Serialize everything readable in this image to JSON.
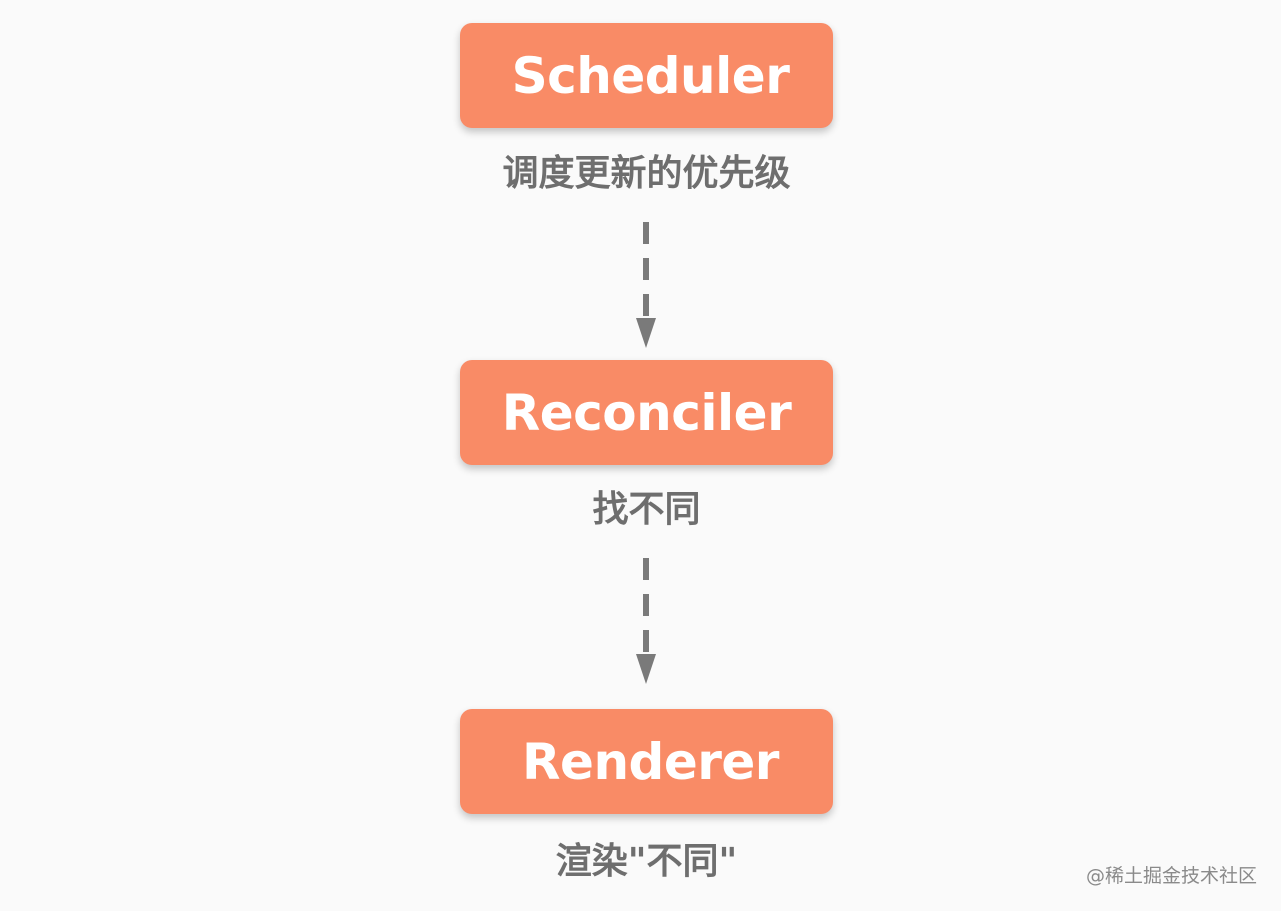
{
  "steps": [
    {
      "name": "Scheduler",
      "caption": "调度更新的优先级"
    },
    {
      "name": "Reconciler",
      "caption": "找不同"
    },
    {
      "name": "Renderer",
      "caption": "渲染\"不同\""
    }
  ],
  "watermark": "@稀土掘金技术社区",
  "colors": {
    "box_fill": "#f98b66",
    "box_text": "#ffffff",
    "caption_text": "#6e6e6e",
    "arrow": "#7a7a7a",
    "background": "#fafafa"
  }
}
